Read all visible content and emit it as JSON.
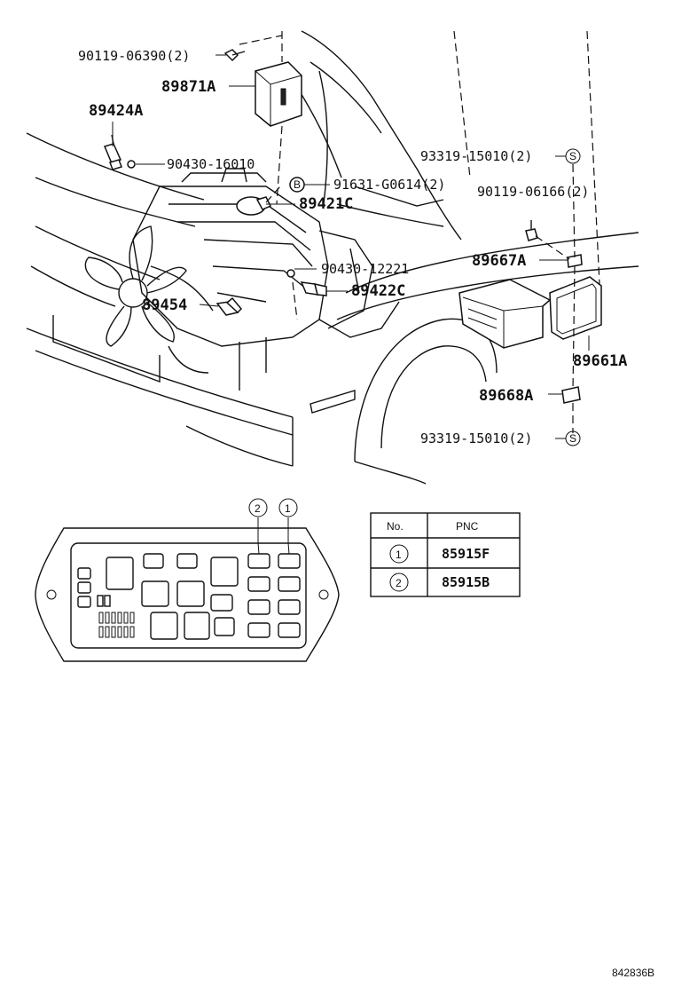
{
  "labels": {
    "p90119_06390": "90119-06390(2)",
    "p89871A": "89871A",
    "p89424A": "89424A",
    "p90430_16010": "90430-16010",
    "p91631_G0614": "91631-G0614(2)",
    "p89421C": "89421C",
    "p93319_15010_top": "93319-15010(2)",
    "p90119_06166": "90119-06166(2)",
    "p89667A": "89667A",
    "p90430_12221": "90430-12221",
    "p89422C": "89422C",
    "p89454": "89454",
    "p89661A": "89661A",
    "p89668A": "89668A",
    "p93319_15010_bot": "93319-15010(2)"
  },
  "markers": {
    "B": "B",
    "S_top": "S",
    "S_bot": "S",
    "fuse_2": "2",
    "fuse_1": "1"
  },
  "table": {
    "header_no": "No.",
    "header_pnc": "PNC",
    "rows": [
      {
        "no": "1",
        "pnc": "85915F"
      },
      {
        "no": "2",
        "pnc": "85915B"
      }
    ]
  },
  "reference": "842836B"
}
